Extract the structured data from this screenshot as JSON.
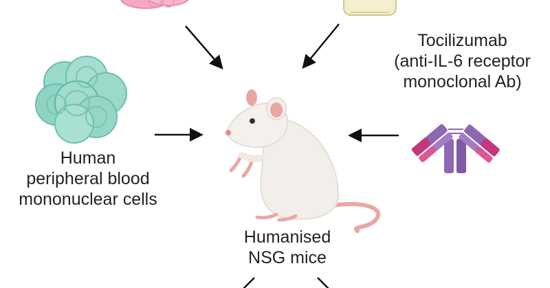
{
  "diagram": {
    "labels": {
      "pbmc": {
        "lines": [
          "Human",
          "peripheral blood",
          "mononuclear cells"
        ]
      },
      "tocilizumab": {
        "lines": [
          "Tocilizumab",
          "(anti-IL-6 receptor",
          "monoclonal Ab)"
        ]
      },
      "mice": {
        "lines": [
          "Humanised",
          "NSG mice"
        ]
      }
    },
    "icons": [
      "pink-cell-cluster-icon",
      "vial-icon",
      "teal-cell-cluster-icon",
      "mouse-icon",
      "antibody-icon"
    ],
    "colors": {
      "teal_cells": "#8fd3c3",
      "teal_outline": "#5fb7a4",
      "pink_cells": "#f6a9c3",
      "mouse_body": "#f2efea",
      "mouse_ear": "#e9a7a3",
      "antibody_purple": "#8e67b3",
      "antibody_magenta": "#c2377e",
      "arrow": "#111111"
    }
  }
}
